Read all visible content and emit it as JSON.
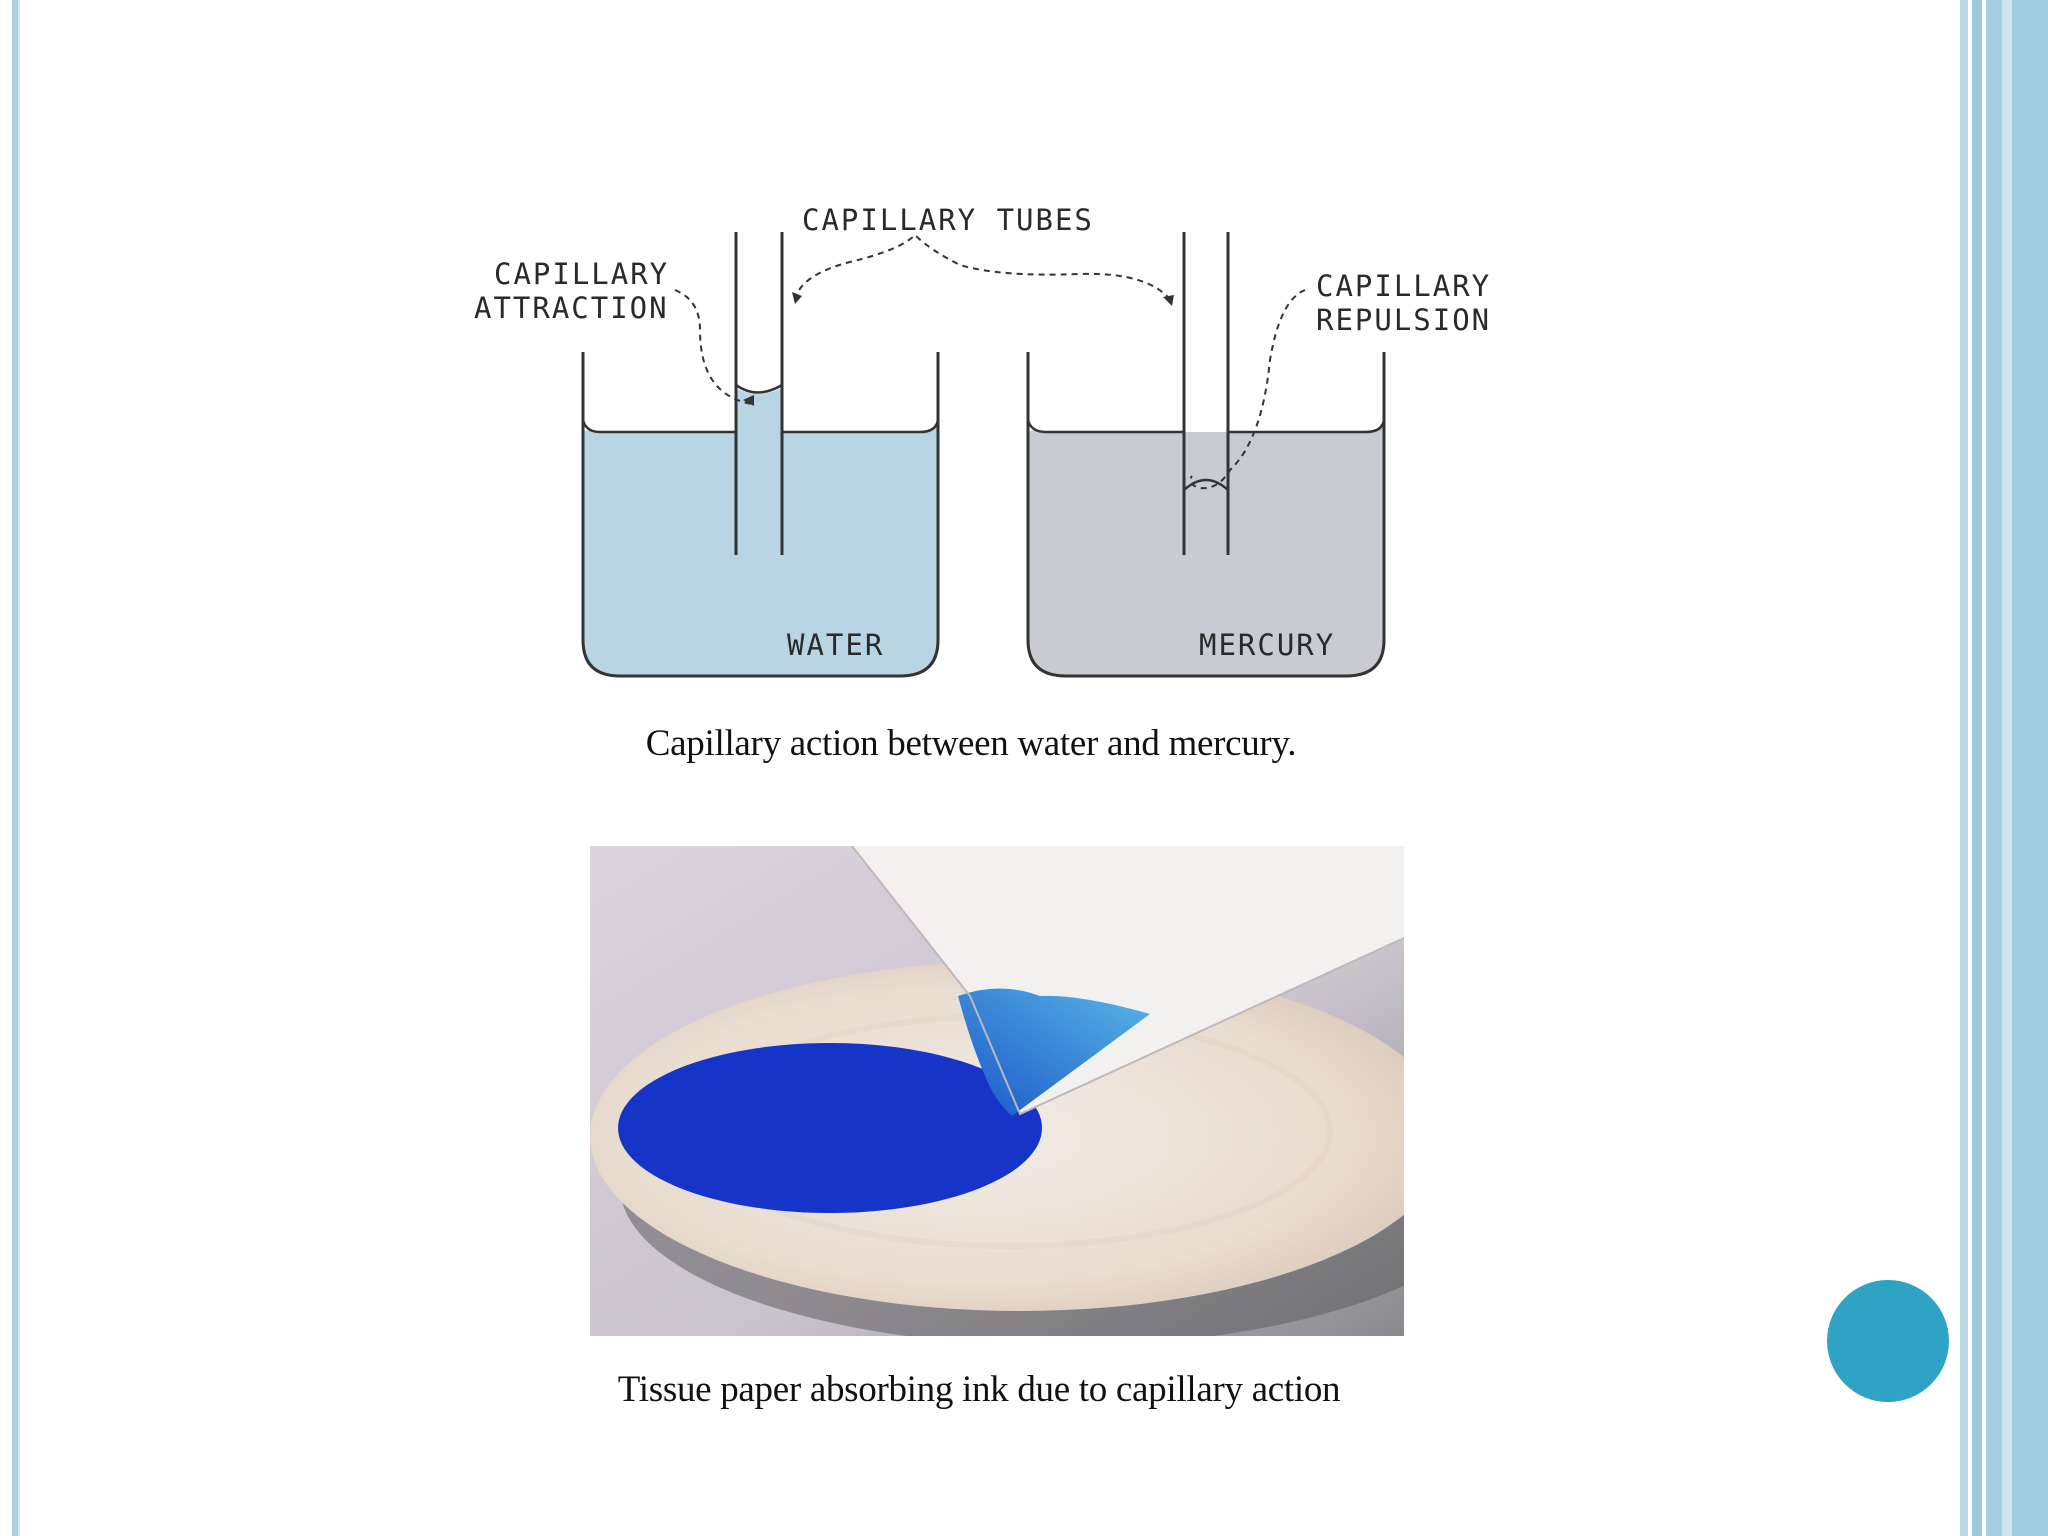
{
  "diagram": {
    "labels": {
      "capillary_tubes": "CAPILLARY TUBES",
      "attraction_line1": "CAPILLARY",
      "attraction_line2": "ATTRACTION",
      "repulsion_line1": "CAPILLARY",
      "repulsion_line2": "REPULSION",
      "water": "WATER",
      "mercury": "MERCURY"
    },
    "colors": {
      "water": "#b9d5e3",
      "mercury": "#c9cbd3",
      "ink": "#1634c8",
      "tissue": "#f3f0f0"
    }
  },
  "captions": {
    "diagram": "Capillary action between water and mercury.",
    "photo": "Tissue paper absorbing ink due to capillary action"
  }
}
